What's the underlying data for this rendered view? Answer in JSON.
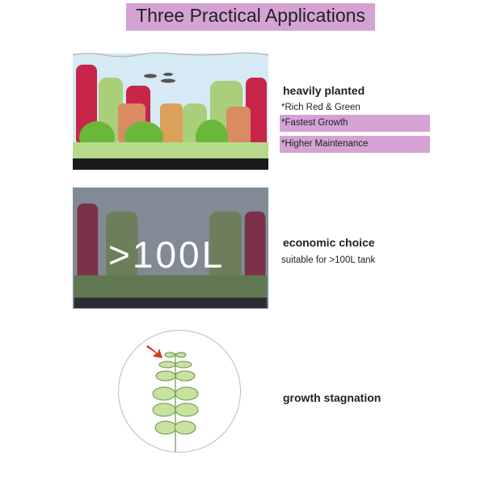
{
  "title": "Three Practical Applications",
  "sections": [
    {
      "heading": "heavily planted",
      "points": [
        "*Rich Red & Green",
        "*Fastest Growth",
        "*Higher Maintenance"
      ]
    },
    {
      "heading": "economic choice",
      "subtext": "suitable for >100L tank",
      "overlay": ">100L"
    },
    {
      "heading": "growth stagnation"
    }
  ]
}
